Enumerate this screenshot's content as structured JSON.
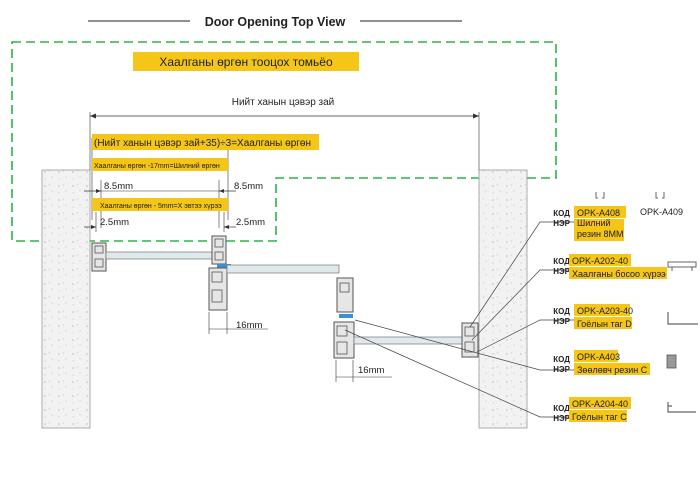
{
  "title": "Door Opening Top View",
  "callout_formula_title": "Хаалганы өргөн тооцох томьёо",
  "dim_net_width": "Нийт ханын цэвэр зай",
  "formula": "(Нийт ханын цэвэр зай+35)÷3=Хаалганы өргөн",
  "note_glass_width": "Хаалганы өргөн -17mm=Шилний өргөн",
  "dim_8_5_left": "8.5mm",
  "dim_8_5_right": "8.5mm",
  "note_handle_length": "Хаалганы өргөн - 5mm=Х эвтээ хүрээ",
  "dim_2_5_left": "2.5mm",
  "dim_2_5_right": "2.5mm",
  "dim_16_a": "16mm",
  "dim_16_b": "16mm",
  "parts": [
    {
      "kod": "КОД",
      "ner": "НЭР",
      "code": "OPK-A408",
      "name": "Шилний резин 8ММ",
      "extra_code": "OPK-A409"
    },
    {
      "kod": "КОД",
      "ner": "НЭР",
      "code": "OPK-A202-40",
      "name": "Хаалганы босоо хүрээ"
    },
    {
      "kod": "КОД",
      "ner": "НЭР",
      "code": "OPK-A203-40",
      "name": "Гоёлын таг D"
    },
    {
      "kod": "КОД",
      "ner": "НЭР",
      "code": "OPK-A403",
      "name": "Зөөлөвч резин С"
    },
    {
      "kod": "КОД",
      "ner": "НЭР",
      "code": "OPK-A204-40",
      "name": "Гоёлын таг С"
    }
  ],
  "colors": {
    "highlight": "#f5c518",
    "dash_green": "#2db34a",
    "wall_fill": "#f0f0f0",
    "profile": "#555555",
    "glass": "#dfe8ea",
    "gasket_blue": "#3a8fd6"
  }
}
